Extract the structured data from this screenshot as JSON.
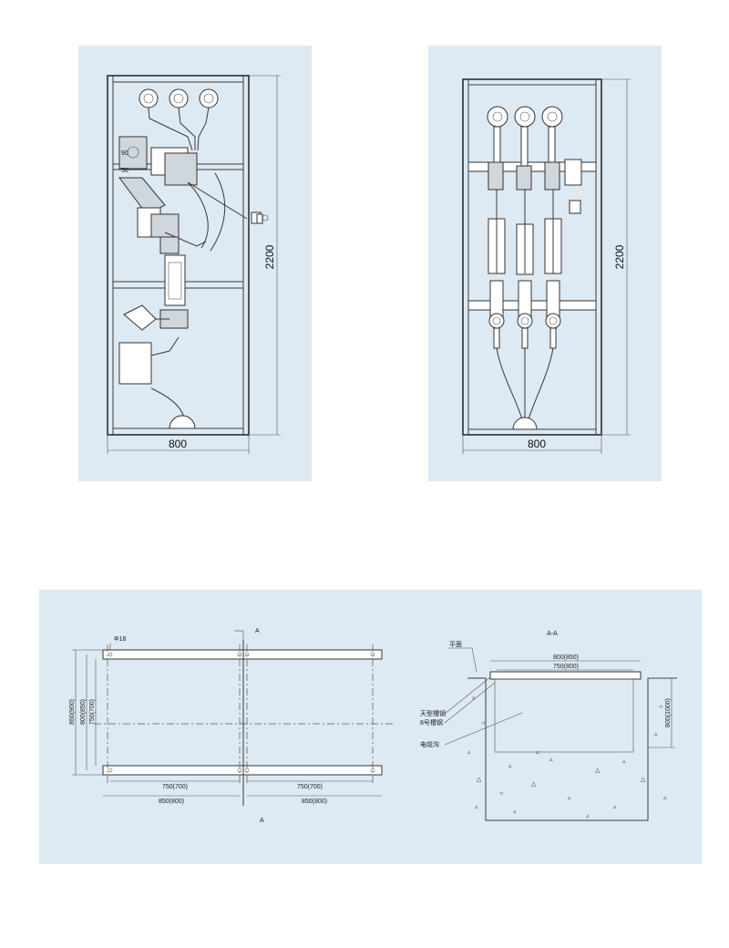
{
  "side_view": {
    "width_label": "800",
    "height_label": "2200",
    "small_labels": [
      "90",
      "50"
    ]
  },
  "front_view": {
    "width_label": "800",
    "height_label": "2200"
  },
  "base_plan": {
    "hole_label": "Φ18",
    "section_mark_top": "A",
    "section_mark_bottom": "A",
    "left_dims": [
      "850(900)",
      "800(850)",
      "750(700)"
    ],
    "bottom_dim_inner_left": "750(700)",
    "bottom_dim_inner_right": "750(700)",
    "bottom_dim_outer_left": "850(800)",
    "bottom_dim_outer_right": "850(800)"
  },
  "section_view": {
    "title": "A-A",
    "label_floor": "平面",
    "label_outer_width": "800(850)",
    "label_inner_width": "750(800)",
    "label_channel": "天型槽钢",
    "label_channel2": "8号槽钢",
    "label_trench": "电缆沟",
    "label_depth": "800(1000)"
  },
  "colors": {
    "panel_bg": "#dde9f3",
    "line": "#3a3a3a"
  }
}
